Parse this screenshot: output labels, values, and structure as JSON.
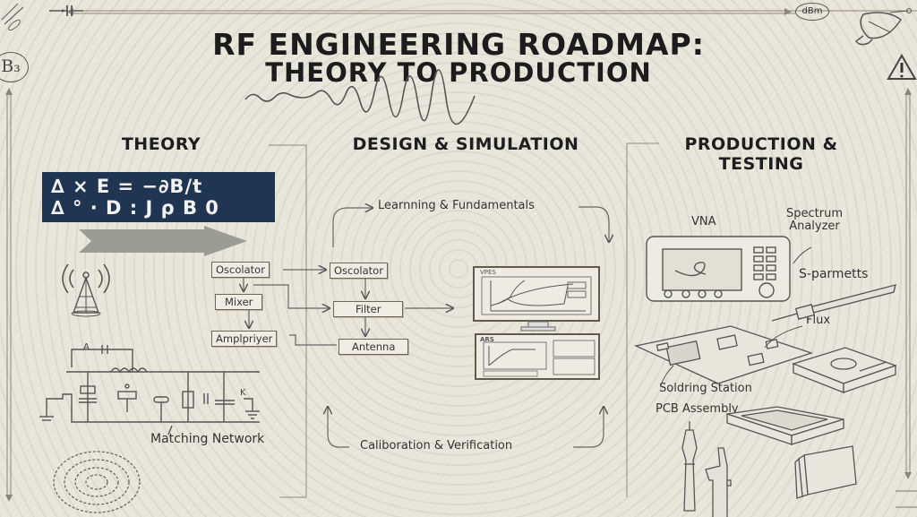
{
  "title": {
    "line1": "RF ENGINEERING ROADMAP:",
    "line2": "THEORY TO PRODUCTION"
  },
  "corner_icons": {
    "top_left_badge": "B₃",
    "top_right_badge": "dBm"
  },
  "columns": {
    "theory": {
      "heading": "THEORY",
      "equation_line1": "∆ × E = −∂B/t",
      "equation_line2": "∆ ° · D : J ρ B 0",
      "block_diagram": [
        "Oscolator",
        "Mixer",
        "Amplpriyer"
      ],
      "circuit_label": "Matching Network",
      "circuit_nodes": [
        "A",
        "K"
      ]
    },
    "design": {
      "heading": "DESIGN & SIMULATION",
      "top_loop_label": "Learnning & Fundamentals",
      "bottom_loop_label": "Caliboration & Verification",
      "block_diagram": [
        "Oscolator",
        "Filter",
        "Antenna"
      ],
      "monitor_top_label": "VPES",
      "monitor_bottom_label": "ARS"
    },
    "production": {
      "heading_line1": "PRODUCTION &",
      "heading_line2": "TESTING",
      "labels": {
        "vna": "VNA",
        "spectrum_analyzer_line1": "Spectrum",
        "spectrum_analyzer_line2": "Analyzer",
        "s_params": "S-parmetts",
        "flux": "Flux",
        "soldering_station": "Soldring Station",
        "pcb_assembly": "PCB Assembly"
      }
    }
  },
  "colors": {
    "background": "#e9e7dc",
    "equation_panel": "#1f3552",
    "ink": "#1c1c1c",
    "arrow_gray": "#9a9a94"
  }
}
